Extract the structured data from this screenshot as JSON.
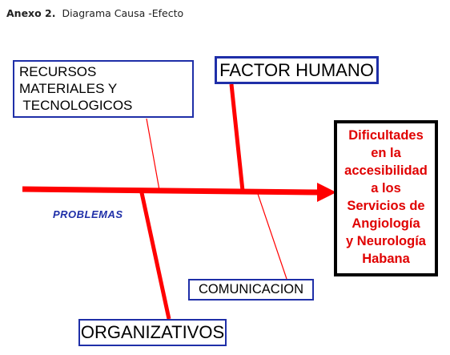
{
  "caption": {
    "prefix": "Anexo 2.",
    "text": "Diagrama Causa -Efecto"
  },
  "diagram": {
    "spine_label": "PROBLEMAS",
    "causes": {
      "recursos": [
        "RECURSOS",
        "MATERIALES Y",
        " TECNOLOGICOS"
      ],
      "humano": "FACTOR HUMANO",
      "comunicacion": "COMUNICACION",
      "organizativos": "ORGANIZATIVOS"
    },
    "effect": [
      "Dificultades",
      "en la",
      "accesibilidad",
      "a los",
      "Servicios de",
      "Angiología",
      "y Neurología",
      "Habana"
    ]
  },
  "colors": {
    "line": "#ff0000",
    "box_border": "#1f2fa8",
    "effect_text": "#e00000",
    "effect_border": "#000000",
    "label": "#1f2fa8"
  }
}
